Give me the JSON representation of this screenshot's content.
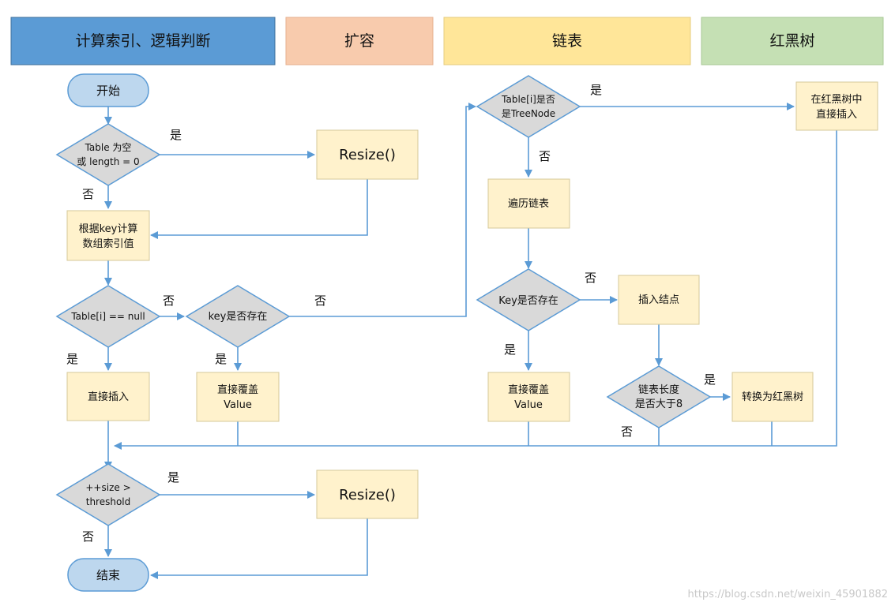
{
  "headers": {
    "compute": "计算索引、逻辑判断",
    "resize": "扩容",
    "linked": "链表",
    "rbtree": "红黑树"
  },
  "nodes": {
    "start": "开始",
    "table_empty_1": "Table 为空",
    "table_empty_2": "或 length = 0",
    "resize_1": "Resize()",
    "calc_index_1": "根据key计算",
    "calc_index_2": "数组索引值",
    "table_i_null": "Table[i] == null",
    "key_exists_1": "key是否存在",
    "direct_insert": "直接插入",
    "overwrite_1_a": "直接覆盖",
    "overwrite_1_b": "Value",
    "is_treenode_1": "Table[i]是否",
    "is_treenode_2": "是TreeNode",
    "traverse_list": "遍历链表",
    "key_exists_2": "Key是否存在",
    "insert_node": "插入结点",
    "overwrite_2_a": "直接覆盖",
    "overwrite_2_b": "Value",
    "list_len_1": "链表长度",
    "list_len_2": "是否大于8",
    "to_rbtree": "转换为红黑树",
    "rb_insert_1": "在红黑树中",
    "rb_insert_2": "直接插入",
    "size_check_1": "++size >",
    "size_check_2": "threshold",
    "resize_2": "Resize()",
    "end": "结束"
  },
  "labels": {
    "yes_empty": "是",
    "no_empty": "否",
    "no_null": "否",
    "yes_null": "是",
    "no_key1": "否",
    "yes_key1": "是",
    "yes_tree": "是",
    "no_tree": "否",
    "no_key2": "否",
    "yes_key2": "是",
    "yes_len": "是",
    "no_len": "否",
    "yes_size": "是",
    "no_size": "否"
  },
  "watermark": "https://blog.csdn.net/weixin_45901882",
  "colors": {
    "header_blue": "#5b9bd5",
    "header_orange": "#f8cbad",
    "header_yellow": "#ffe699",
    "header_green": "#c5e0b4",
    "terminal_fill": "#bdd7ee",
    "terminal_stroke": "#5b9bd5",
    "process_fill": "#fff2cc",
    "process_stroke": "#d6c89a",
    "decision_fill": "#d9d9d9",
    "decision_stroke": "#5b9bd5",
    "arrow": "#5b9bd5"
  }
}
